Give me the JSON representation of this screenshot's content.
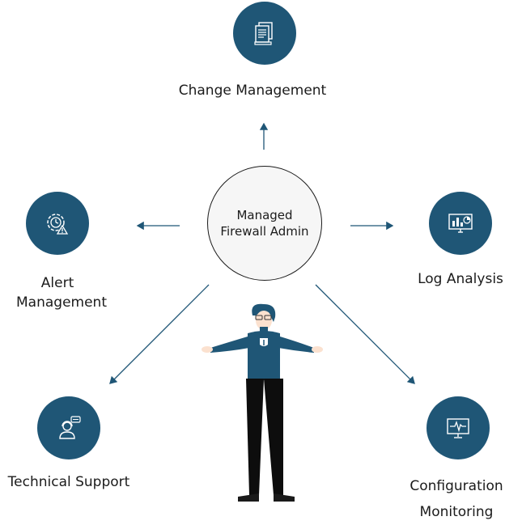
{
  "center": {
    "line1": "Managed",
    "line2": "Firewall Admin"
  },
  "nodes": [
    {
      "id": "change-management",
      "label": "Change Management",
      "icon": "documents-icon"
    },
    {
      "id": "alert-management",
      "label_line1": "Alert",
      "label_line2": "Management",
      "icon": "alert-gear-icon"
    },
    {
      "id": "log-analysis",
      "label": "Log Analysis",
      "icon": "analytics-monitor-icon"
    },
    {
      "id": "technical-support",
      "label": "Technical Support",
      "icon": "support-agent-icon"
    },
    {
      "id": "configuration-monitoring",
      "label_line1": "Configuration",
      "label_line2": "Monitoring",
      "icon": "monitor-pulse-icon"
    }
  ],
  "colors": {
    "node_fill": "#1f5676",
    "arrow": "#1f5676",
    "center_fill": "#f6f6f6",
    "text": "#1b1b1b"
  }
}
